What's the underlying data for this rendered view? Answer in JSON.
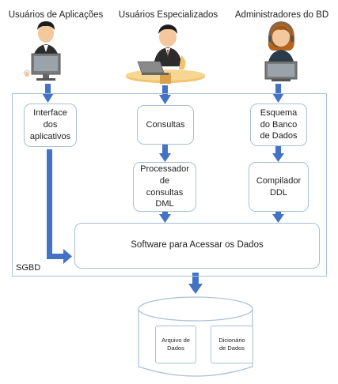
{
  "roles": {
    "app_users": "Usuários de Aplicações",
    "specialized_users": "Usuários Especializados",
    "db_admins": "Administradores do BD"
  },
  "modules": {
    "app_interface": "Interface\ndos\naplicativos",
    "queries": "Consultas",
    "schema": "Esquema\ndo Banco\nde Dados",
    "query_processor": "Processador\nde\nconsultas\nDML",
    "ddl_compiler": "Compilador\nDDL",
    "data_access": "Software para Acessar os Dados"
  },
  "system_label": "SGBD",
  "storage": {
    "data_file": "Arquivo de\nDados",
    "data_dictionary": "Dicionário\nde Dados"
  },
  "colors": {
    "arrow": "#4472c4",
    "border": "#a9c0d4",
    "monitor": "#7a7a7a",
    "suit": "#2c2c2c",
    "skin": "#f4c79d",
    "desk": "#f2c36b"
  },
  "icons": {
    "app_user": "person-at-computer-icon",
    "specialized_user": "person-at-laptop-icon",
    "db_admin": "woman-with-headset-icon"
  }
}
